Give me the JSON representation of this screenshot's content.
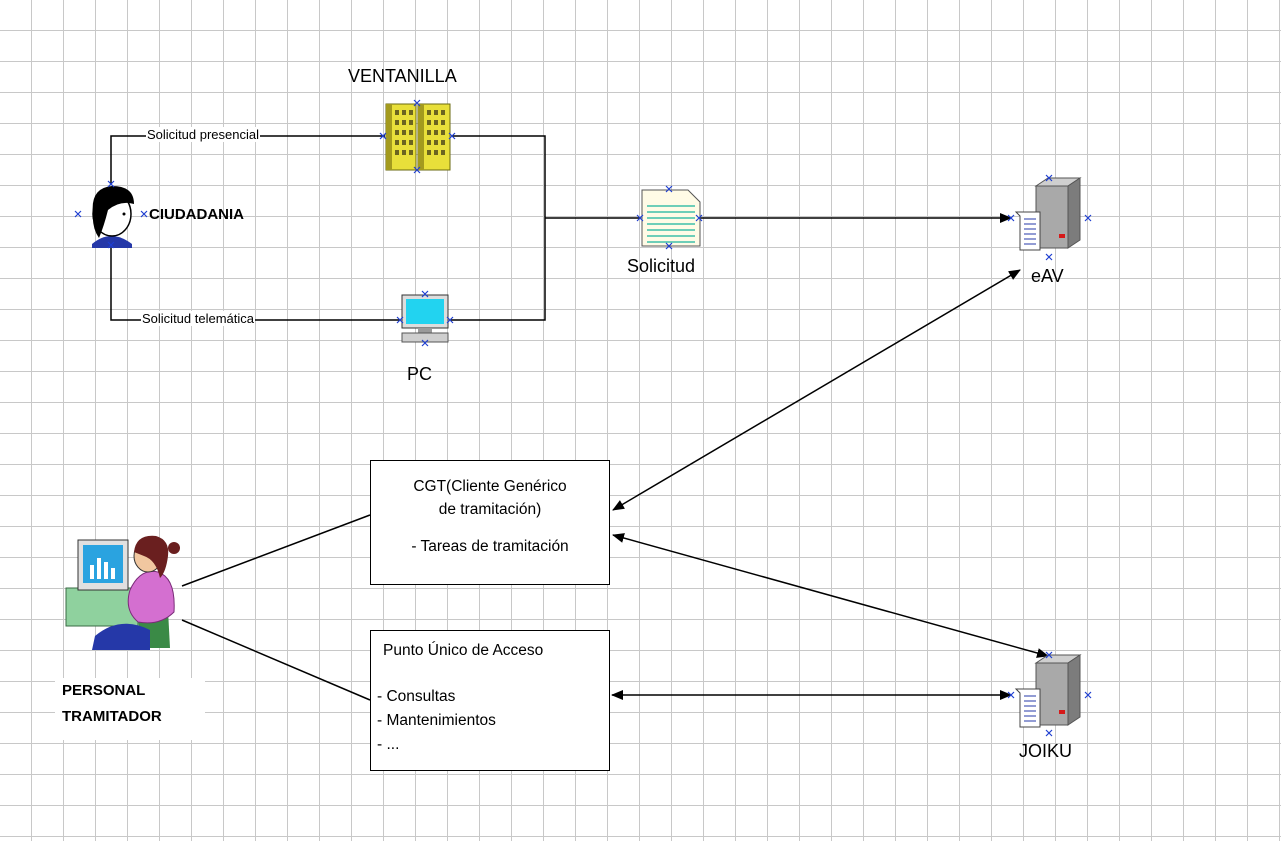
{
  "diagram": {
    "nodes": {
      "ciudadania": {
        "label": "CIUDADANIA",
        "icon": "citizen-icon"
      },
      "ventanilla": {
        "label": "VENTANILLA",
        "icon": "building-icon"
      },
      "pc": {
        "label": "PC",
        "icon": "computer-icon"
      },
      "solicitud": {
        "label": "Solicitud",
        "icon": "document-icon"
      },
      "eav": {
        "label": "eAV",
        "icon": "server-icon"
      },
      "joiku": {
        "label": "JOIKU",
        "icon": "server-icon"
      },
      "personal": {
        "label_line1": "PERSONAL",
        "label_line2": "TRAMITADOR",
        "icon": "clerk-at-computer-icon"
      }
    },
    "edges": {
      "presencial": "Solicitud presencial",
      "telematica": "Solicitud telemática"
    },
    "cgt_box": {
      "title_line1": "CGT(Cliente Genérico",
      "title_line2": "de tramitación)",
      "item1": "- Tareas de tramitación"
    },
    "pua_box": {
      "title": "Punto Único de Acceso",
      "item1": "- Consultas",
      "item2": "- Mantenimientos",
      "item3": "- ..."
    }
  },
  "colors": {
    "grid": "#c8c8c8",
    "building": "#e8df3a",
    "monitor": "#22d3f0",
    "document_lines": "#3fbfa8",
    "server": "#9a9a9a",
    "connection_mark": "#1f3fd1",
    "clerk_shirt": "#d46fd0"
  }
}
